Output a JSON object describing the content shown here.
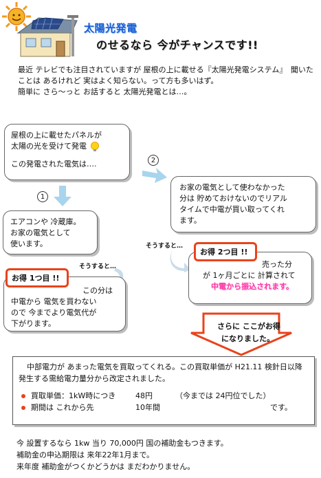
{
  "header": {
    "title_line1": "太陽光発電",
    "title_line2": "のせるなら 今がチャンスです!!"
  },
  "intro": {
    "p1": "最近 テレビでも注目されていますが 屋根の上に載せる『太陽光発電システム』　聞いたことは あるけれど 実はよく知らない。って方も多いはず。",
    "p2": "簡単に さら～っと お話すると 太陽光発電とは…。"
  },
  "step_box1": {
    "line1": "屋根の上に載せたパネルが",
    "line2": "太陽の光を受けて発電",
    "line3": "この発電された電気は….",
    "icon": "lightbulb-icon"
  },
  "step1": {
    "number": "1"
  },
  "step2": {
    "number": "2"
  },
  "box_aircon": {
    "line1": "エアコンや 冷蔵庫。",
    "line2": "お家の電気として",
    "line3": "使います。"
  },
  "box_sell": {
    "line1": "お家の電気として使わなかった",
    "line2": "分は 貯めておけないのでリアル",
    "line3": "タイムで中電が買い取ってくれ",
    "line4": "ます。"
  },
  "then_left": "そうすると…",
  "then_right": "そうすると…",
  "benefit1": {
    "badge": "お得 1つ目 !!",
    "line1": "この分は",
    "line2": "中電から 電気を買わない",
    "line3": "ので 今までより電気代が",
    "line4": "下がります。"
  },
  "benefit2": {
    "badge": "お得 2つ目 !!",
    "line1": "売った分",
    "line2": "が 1ヶ月ごとに 計算されて",
    "line3": "中電から振込されます。"
  },
  "callout": {
    "line1": "さらに ここがお得",
    "line2": "になりました。"
  },
  "info": {
    "p1": "中部電力が あまった電気を買取ってくれる。この買取単価が H21.11 検針日以降発生する需給電力量分から改定されました。",
    "row1_label": "買取単価：1kW時につき",
    "row1_value": "48円",
    "row1_note": "（今までは 24円位でした）",
    "row2_label": "期間は これから先",
    "row2_value": "10年間",
    "row2_note": "です。"
  },
  "footer": {
    "line1": "今 設置するなら 1kw 当り 70,000円 国の補助金もつきます。",
    "line2": "補助金の申込期限は 来年22年1月まで。",
    "line3": "来年度 補助金がつくかどうかは まだわかりません。"
  },
  "colors": {
    "accent_red": "#e8431b",
    "title_blue": "#1a5fd0",
    "arrow_blue": "#a8d4ee",
    "pink": "#ff3aa8"
  }
}
